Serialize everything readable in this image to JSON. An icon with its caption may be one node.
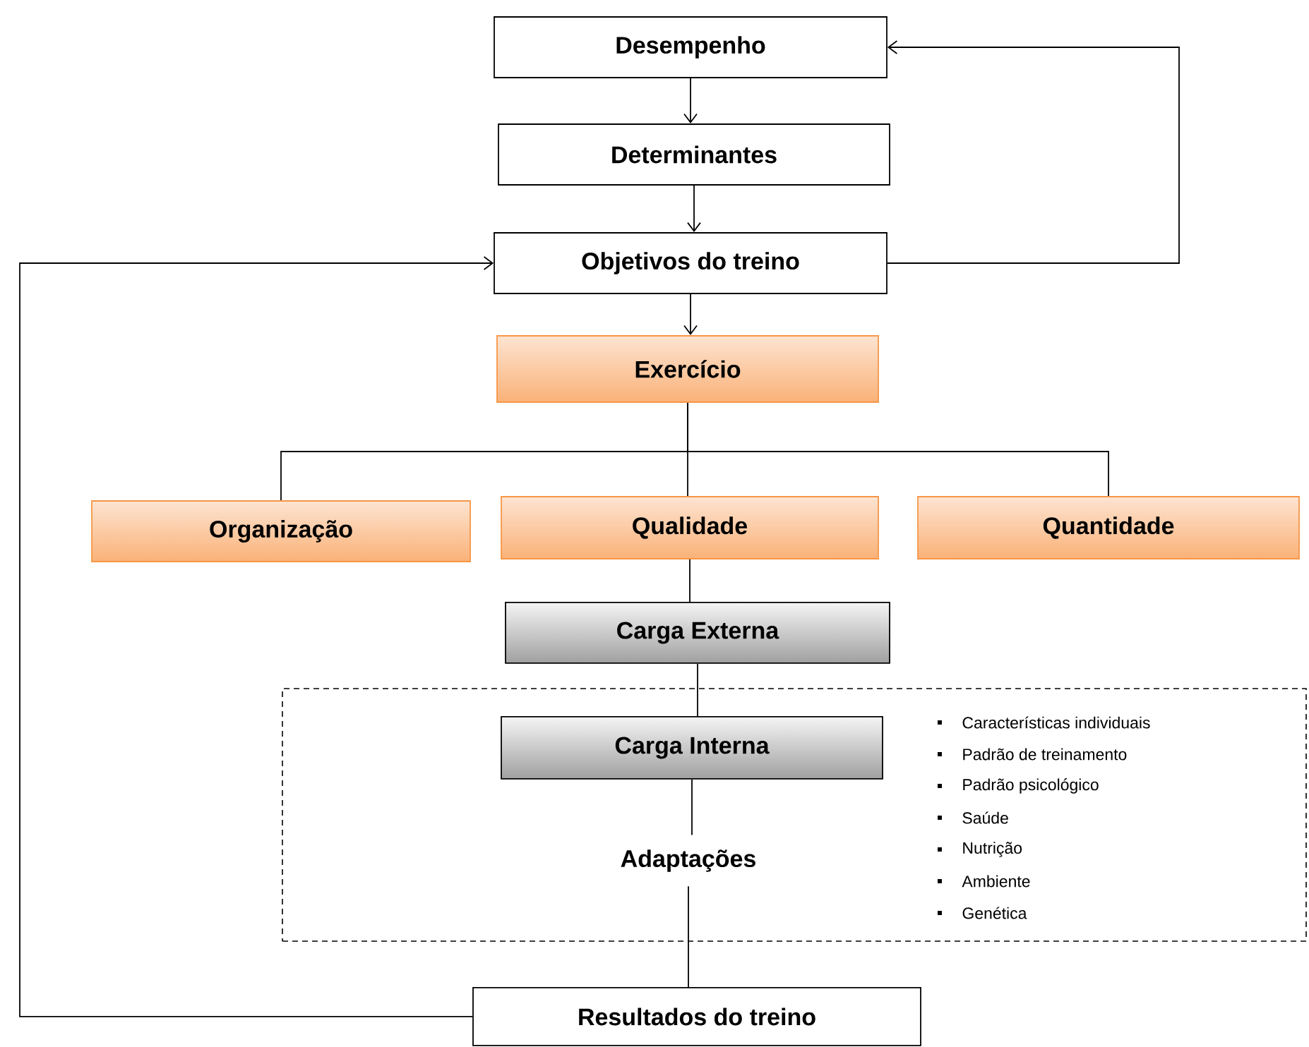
{
  "diagram": {
    "nodes": [
      {
        "text": [
          "Desempenho"
        ]
      },
      {
        "text": [
          "Determinantes"
        ]
      },
      {
        "text": [
          "Objetivos do treino"
        ]
      },
      {
        "text": [
          "Exercício"
        ]
      },
      {
        "text": [
          "Organização"
        ]
      },
      {
        "text": [
          "Qualidade"
        ]
      },
      {
        "text": [
          "Quantidade"
        ]
      },
      {
        "text": [
          "Carga Externa"
        ]
      },
      {
        "text": [
          "Características individuais",
          "Padrão de treinamento",
          "Padrão psicológico",
          "Saúde",
          "Nutrição",
          "Ambiente",
          "Genética"
        ]
      },
      {
        "text": [
          "Carga Interna"
        ],
        "in": 8
      },
      {
        "text": [
          "Adaptações"
        ],
        "in": 8
      },
      {
        "text": [
          "Resultados do treino"
        ]
      }
    ],
    "edges": [
      {
        "from": 0,
        "to": 1,
        "arrow": "to"
      },
      {
        "from": 1,
        "to": 2,
        "arrow": "to"
      },
      {
        "from": 2,
        "to": 0,
        "arrow": "to"
      },
      {
        "from": 11,
        "to": 2,
        "arrow": "to"
      },
      {
        "from": 2,
        "to": 3,
        "arrow": "to"
      },
      {
        "from": 3,
        "to": 4,
        "arrow": "none"
      },
      {
        "from": 3,
        "to": 5,
        "arrow": "none"
      },
      {
        "from": 3,
        "to": 6,
        "arrow": "none"
      },
      {
        "from": 5,
        "to": 7,
        "arrow": "none"
      },
      {
        "from": 7,
        "to": 9,
        "arrow": "none"
      },
      {
        "from": 9,
        "to": 10,
        "arrow": "none"
      },
      {
        "from": 10,
        "to": 11,
        "arrow": "none"
      }
    ]
  }
}
